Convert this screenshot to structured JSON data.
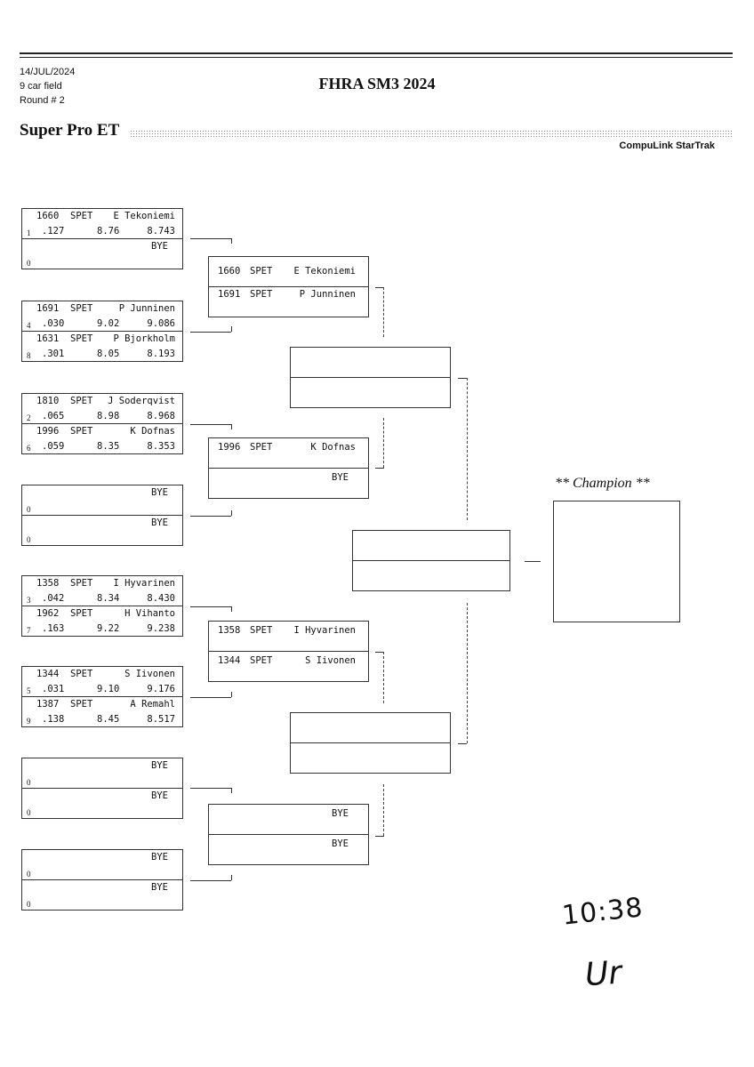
{
  "header": {
    "date": "14/JUL/2024",
    "field": "9 car field",
    "round": "Round # 2",
    "event_title": "FHRA SM3 2024",
    "class_name": "Super Pro ET",
    "brand": "CompuLink StarTrak"
  },
  "round1": [
    {
      "top": {
        "car": "1660",
        "cls": "SPET",
        "name": "E Tekoniemi",
        "seed": "1",
        "rt": ".127",
        "dial": "8.76",
        "et": "8.743"
      },
      "bot": {
        "name": "BYE",
        "seed": "0"
      }
    },
    {
      "top": {
        "car": "1691",
        "cls": "SPET",
        "name": "P Junninen",
        "seed": "4",
        "rt": ".030",
        "dial": "9.02",
        "et": "9.086"
      },
      "bot": {
        "car": "1631",
        "cls": "SPET",
        "name": "P Bjorkholm",
        "seed": "8",
        "rt": ".301",
        "dial": "8.05",
        "et": "8.193"
      }
    },
    {
      "top": {
        "car": "1810",
        "cls": "SPET",
        "name": "J Soderqvist",
        "seed": "2",
        "rt": ".065",
        "dial": "8.98",
        "et": "8.968"
      },
      "bot": {
        "car": "1996",
        "cls": "SPET",
        "name": "K Dofnas",
        "seed": "6",
        "rt": ".059",
        "dial": "8.35",
        "et": "8.353"
      }
    },
    {
      "top": {
        "name": "BYE",
        "seed": "0"
      },
      "bot": {
        "name": "BYE",
        "seed": "0"
      }
    },
    {
      "top": {
        "car": "1358",
        "cls": "SPET",
        "name": "I Hyvarinen",
        "seed": "3",
        "rt": ".042",
        "dial": "8.34",
        "et": "8.430"
      },
      "bot": {
        "car": "1962",
        "cls": "SPET",
        "name": "H Vihanto",
        "seed": "7",
        "rt": ".163",
        "dial": "9.22",
        "et": "9.238"
      }
    },
    {
      "top": {
        "car": "1344",
        "cls": "SPET",
        "name": "S Iivonen",
        "seed": "5",
        "rt": ".031",
        "dial": "9.10",
        "et": "9.176"
      },
      "bot": {
        "car": "1387",
        "cls": "SPET",
        "name": "A Remahl",
        "seed": "9",
        "rt": ".138",
        "dial": "8.45",
        "et": "8.517"
      }
    },
    {
      "top": {
        "name": "BYE",
        "seed": "0"
      },
      "bot": {
        "name": "BYE",
        "seed": "0"
      }
    },
    {
      "top": {
        "name": "BYE",
        "seed": "0"
      },
      "bot": {
        "name": "BYE",
        "seed": "0"
      }
    }
  ],
  "round2": [
    {
      "top": {
        "car": "1660",
        "cls": "SPET",
        "name": "E Tekoniemi"
      },
      "bot": {
        "car": "1691",
        "cls": "SPET",
        "name": "P Junninen"
      }
    },
    {
      "top": {
        "car": "1996",
        "cls": "SPET",
        "name": "K Dofnas"
      },
      "bot": {
        "name": "BYE"
      }
    },
    {
      "top": {
        "car": "1358",
        "cls": "SPET",
        "name": "I Hyvarinen"
      },
      "bot": {
        "car": "1344",
        "cls": "SPET",
        "name": "S Iivonen"
      }
    },
    {
      "top": {
        "name": "BYE"
      },
      "bot": {
        "name": "BYE"
      }
    }
  ],
  "champion_label": "** Champion **",
  "handwriting": {
    "time": "10:38",
    "initials": "Ur"
  }
}
